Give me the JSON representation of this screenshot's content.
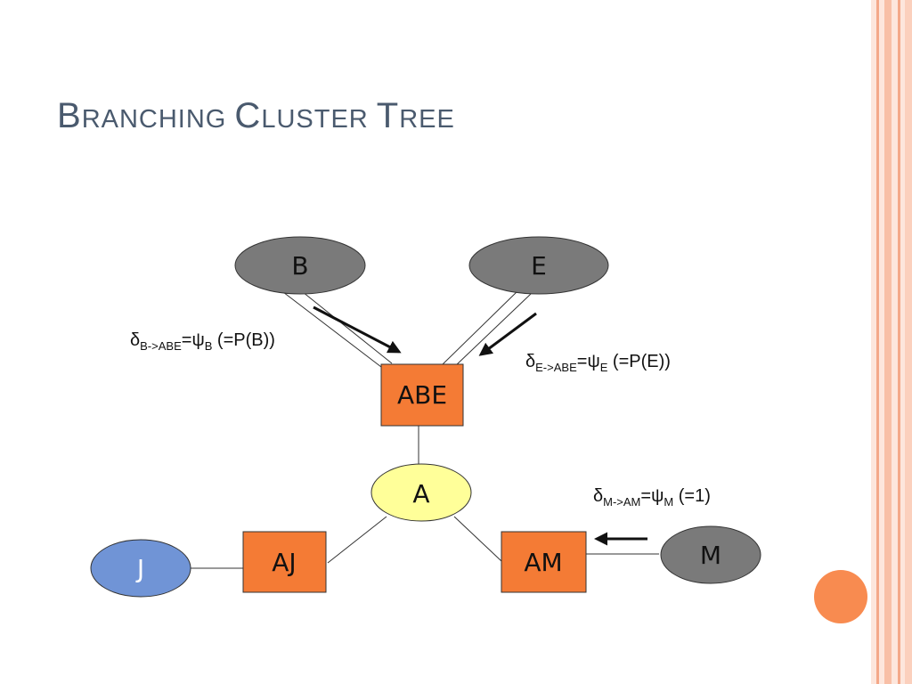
{
  "slide": {
    "title_initial_1": "B",
    "title_rest_1": "RANCHING ",
    "title_initial_2": "C",
    "title_rest_2": "LUSTER ",
    "title_initial_3": "T",
    "title_rest_3": "REE"
  },
  "colors": {
    "title": "#4a5a6e",
    "frame_light": "#fbd9cc",
    "frame_dark": "#f4a889",
    "cluster_fill": "#f47b35",
    "gray_node": "#7a7a7a",
    "a_node": "#ffff99",
    "j_node": "#7094d6",
    "orange_dot": "#f88b50"
  },
  "diagram": {
    "nodes": {
      "b": "B",
      "e": "E",
      "abe": "ABE",
      "a": "A",
      "aj": "AJ",
      "am": "AM",
      "j": "J",
      "m": "M"
    },
    "messages": {
      "b_abe": {
        "delta": "δ",
        "delta_sub": "B->ABE",
        "eq": "=",
        "psi": "ψ",
        "psi_sub": "B",
        "tail": " (=P(B))"
      },
      "e_abe": {
        "delta": "δ",
        "delta_sub": "E->ABE",
        "eq": "=",
        "psi": "ψ",
        "psi_sub": "E",
        "tail": " (=P(E))"
      },
      "m_am": {
        "delta": "δ",
        "delta_sub": "M->AM",
        "eq": "=",
        "psi": "ψ",
        "psi_sub": "M",
        "tail": " (=1)"
      }
    }
  }
}
